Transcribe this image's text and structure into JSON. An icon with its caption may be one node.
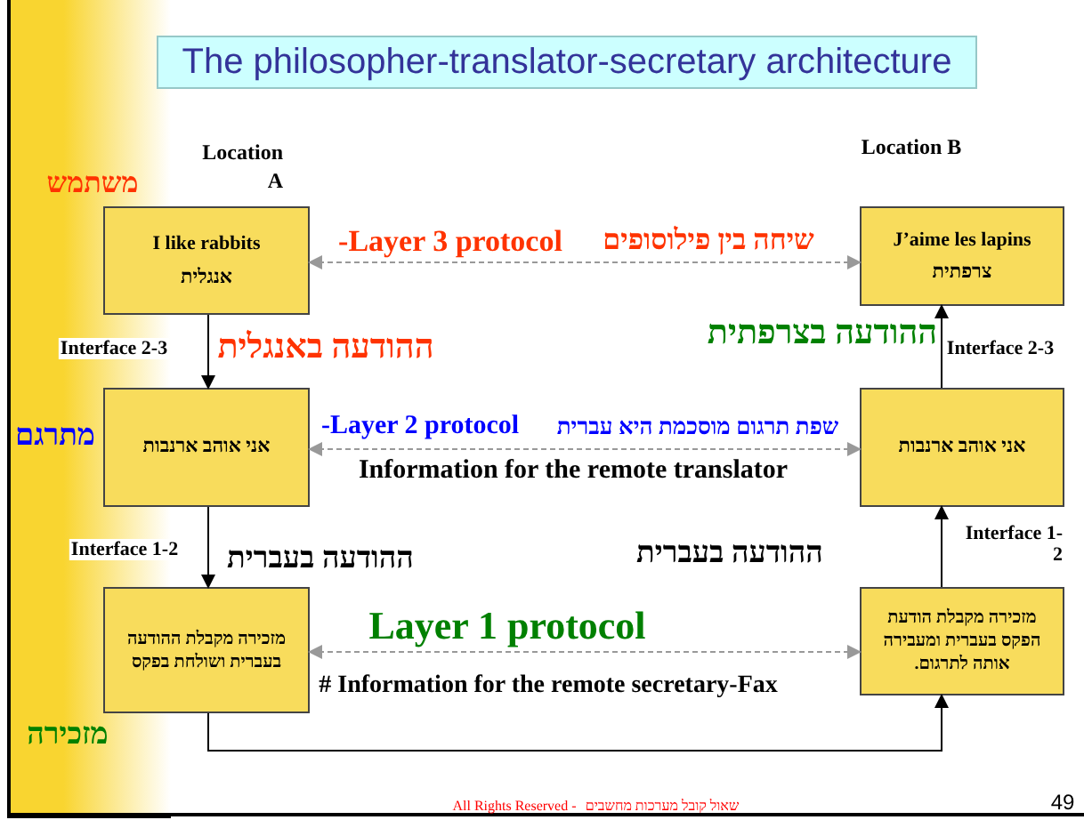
{
  "diagram": {
    "title": "The philosopher-translator-secretary architecture",
    "nodes": [
      {
        "text": [
          "I like rabbits",
          "אנגלית"
        ]
      },
      {
        "text": [
          "J’aime les lapins",
          "צרפתית"
        ]
      },
      {
        "text": [
          "אני אוהב ארנבות"
        ]
      },
      {
        "text": [
          "אני אוהב ארנבות"
        ]
      },
      {
        "text": [
          "מזכירה מקבלת ההודעה בעברית ושולחת בפקס"
        ]
      },
      {
        "text": [
          "מזכירה מקבלת הודעת הפקס בעברית ומעבירה אותה לתרגום."
        ]
      }
    ],
    "edges": [
      {
        "from": 0,
        "to": 1,
        "arrow": "both",
        "style": "dashed",
        "color": "#999999",
        "label": "-Layer 3 protocol"
      },
      {
        "from": 0,
        "to": 2,
        "arrow": "to",
        "label": "Interface 2-3"
      },
      {
        "from": 3,
        "to": 1,
        "arrow": "to",
        "label": "Interface 2-3"
      },
      {
        "from": 2,
        "to": 3,
        "arrow": "both",
        "style": "dashed",
        "color": "#999999",
        "label": "-Layer 2 protocol"
      },
      {
        "from": 2,
        "to": 4,
        "arrow": "to",
        "label": "Interface 1-2"
      },
      {
        "from": 5,
        "to": 3,
        "arrow": "to",
        "label": "Interface 1-2"
      },
      {
        "from": 4,
        "to": 5,
        "arrow": "both",
        "style": "dashed",
        "color": "#999999",
        "label": "Layer 1 protocol"
      },
      {
        "from": 4,
        "to": 5,
        "arrow": "to"
      }
    ],
    "labels": [
      "Location A",
      "Location B",
      "משתמש",
      "שיחה בין פילוסופים",
      "ההודעה באנגלית",
      "ההודעה בצרפתית",
      "מתרגם",
      "שפת תרגום מוסכמת היא עברית",
      "Information for the remote translator",
      "ההודעה בעברית",
      "ההודעה בעברית",
      "# Information for the remote secretary-Fax",
      "מזכירה",
      "All Rights Reserved -",
      "שאול קובל מערכות מחשבים",
      "49"
    ]
  }
}
